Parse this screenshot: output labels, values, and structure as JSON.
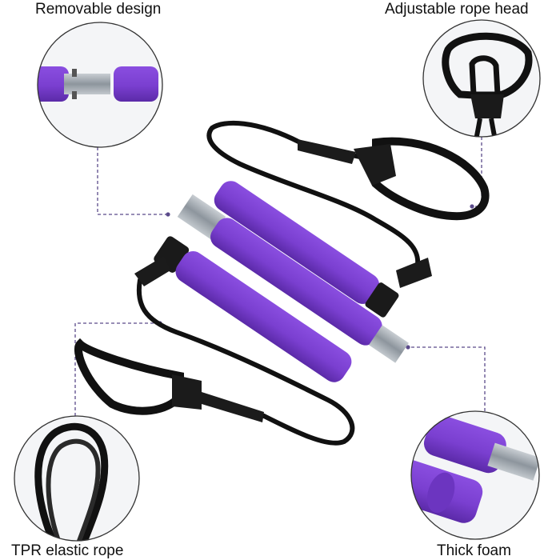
{
  "callouts": {
    "removable": "Removable design",
    "rope_head": "Adjustable rope head",
    "elastic": "TPR elastic rope",
    "foam": "Thick foam"
  },
  "colors": {
    "purple": "#7a3fd0",
    "purple_dark": "#5b2aa8",
    "metal": "#9aa3ac",
    "rope": "#111111",
    "dash": "#5a4a8a"
  }
}
